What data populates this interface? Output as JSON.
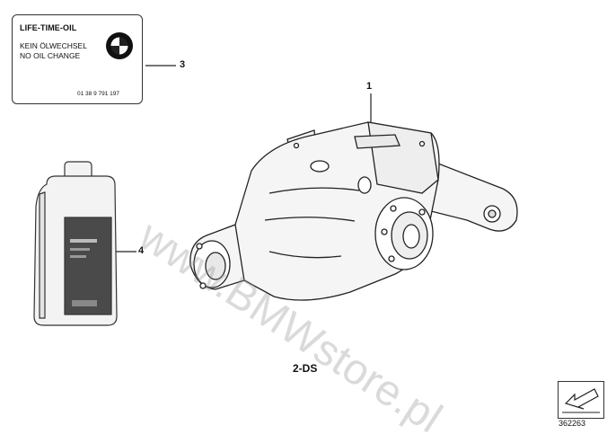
{
  "label": {
    "title": "LIFE-TIME-OIL",
    "line1": "KEIN ÖLWECHSEL",
    "line2": "NO OIL CHANGE",
    "part_number": "01 38 9 791 197",
    "logo": "bmw-roundel"
  },
  "callouts": [
    {
      "number": "1",
      "part": "rear-differential"
    },
    {
      "number": "3",
      "part": "oil-label"
    },
    {
      "number": "4",
      "part": "oil-bottle"
    }
  ],
  "variant": "2-DS",
  "watermark": "www.BMWstore.pl",
  "diagram_ref": "362263",
  "colors": {
    "line": "#222222",
    "bottle_label": "#4a4a4a",
    "watermark": "#9a9a9a"
  }
}
